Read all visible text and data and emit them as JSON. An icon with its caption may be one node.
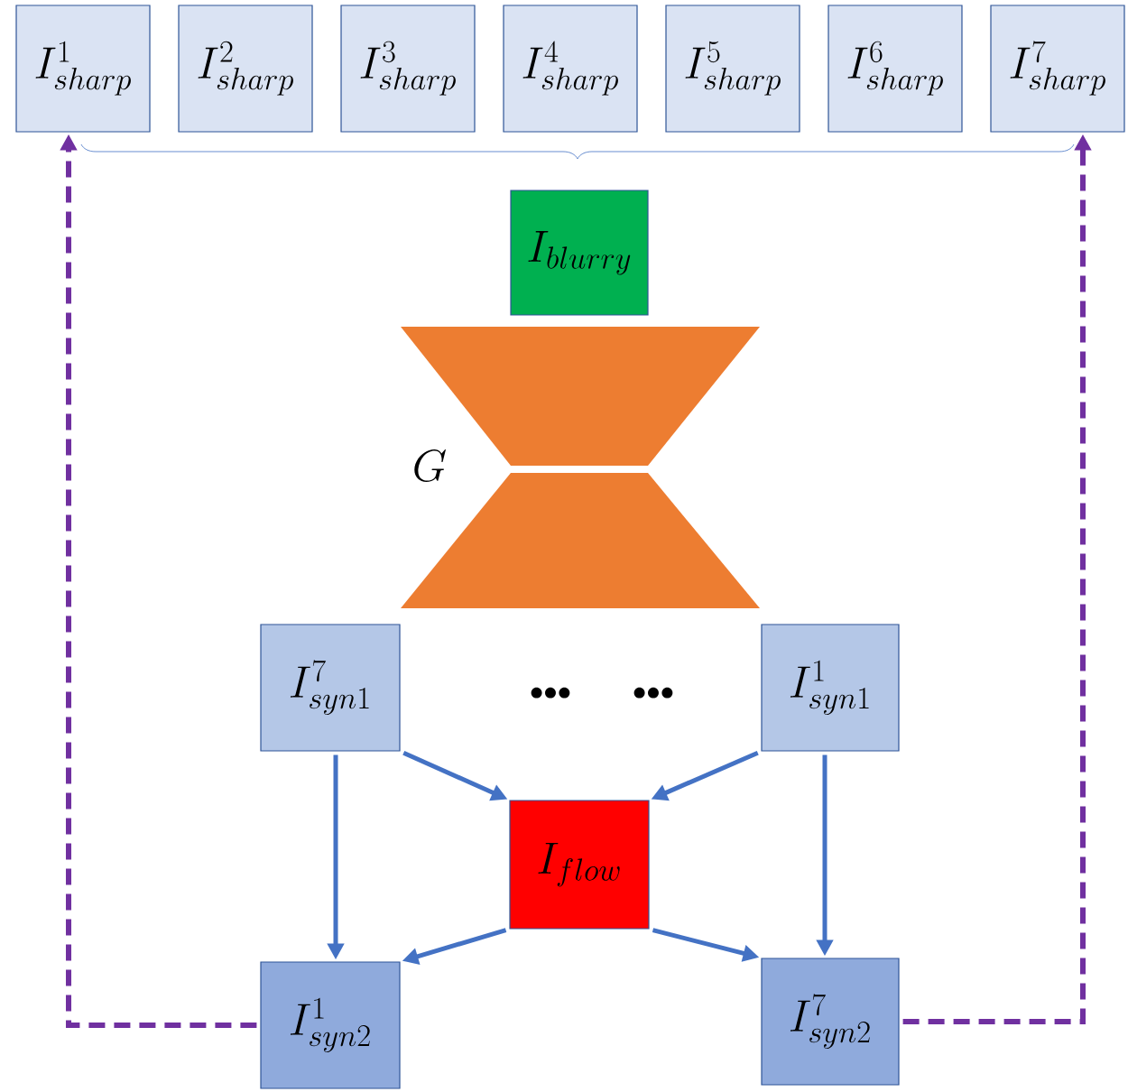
{
  "diagram": {
    "nodes": [
      {
        "text": [
          "I_{sharp}^{1}"
        ]
      },
      {
        "text": [
          "I_{sharp}^{2}"
        ]
      },
      {
        "text": [
          "I_{sharp}^{3}"
        ]
      },
      {
        "text": [
          "I_{sharp}^{4}"
        ]
      },
      {
        "text": [
          "I_{sharp}^{5}"
        ]
      },
      {
        "text": [
          "I_{sharp}^{6}"
        ]
      },
      {
        "text": [
          "I_{sharp}^{7}"
        ]
      },
      {
        "text": [
          "I_{blurry}"
        ]
      },
      {
        "text": [
          "G"
        ]
      },
      {
        "text": [
          "I_{syn1}^{7}"
        ]
      },
      {
        "text": [
          "I_{syn1}^{1}"
        ]
      },
      {
        "text": [
          "I_{flow}"
        ]
      },
      {
        "text": [
          "I_{syn2}^{1}"
        ]
      },
      {
        "text": [
          "I_{syn2}^{7}"
        ]
      }
    ],
    "edges": [
      {
        "from": 9,
        "to": 11,
        "arrow": "to"
      },
      {
        "from": 10,
        "to": 11,
        "arrow": "to"
      },
      {
        "from": 9,
        "to": 12,
        "arrow": "to"
      },
      {
        "from": 10,
        "to": 13,
        "arrow": "to"
      },
      {
        "from": 11,
        "to": 12,
        "arrow": "to"
      },
      {
        "from": 11,
        "to": 13,
        "arrow": "to"
      },
      {
        "from": 12,
        "to": 0,
        "arrow": "to",
        "style": "dashed",
        "color": "#7030a0"
      },
      {
        "from": 13,
        "to": 6,
        "arrow": "to",
        "style": "dashed",
        "color": "#7030a0"
      }
    ],
    "labels": [
      "•••",
      "•••"
    ]
  }
}
